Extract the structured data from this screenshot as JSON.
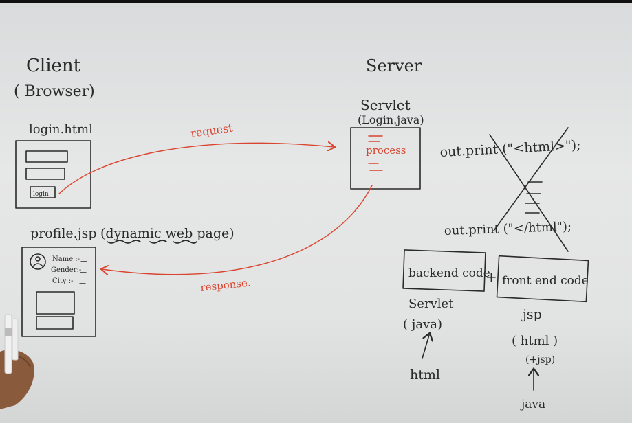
{
  "client": {
    "title": "Client",
    "subtitle": "( Browser)",
    "login_file": "login.html",
    "login_button": "login",
    "profile_file": "profile.jsp",
    "profile_note": "(dynamic web page)",
    "profile_fields": [
      "Name :-",
      "Gender:-",
      "City :-"
    ]
  },
  "server": {
    "title": "Server",
    "servlet_label": "Servlet",
    "servlet_file": "(Login.java)",
    "process_label": "process"
  },
  "arrows": {
    "request": "request",
    "response": "response."
  },
  "code": {
    "line_open": "out.print (\"<html>\");",
    "line_close": "out.print (\"</html\");"
  },
  "comparison": {
    "backend_box": "backend code",
    "plus": "+",
    "frontend_box": "front end code",
    "servlet_label": "Servlet",
    "servlet_lang": "( java)",
    "servlet_note": "html",
    "jsp_label": "jsp",
    "jsp_lang": "( html )",
    "jsp_sub": "(+jsp)",
    "jsp_note": "java"
  }
}
